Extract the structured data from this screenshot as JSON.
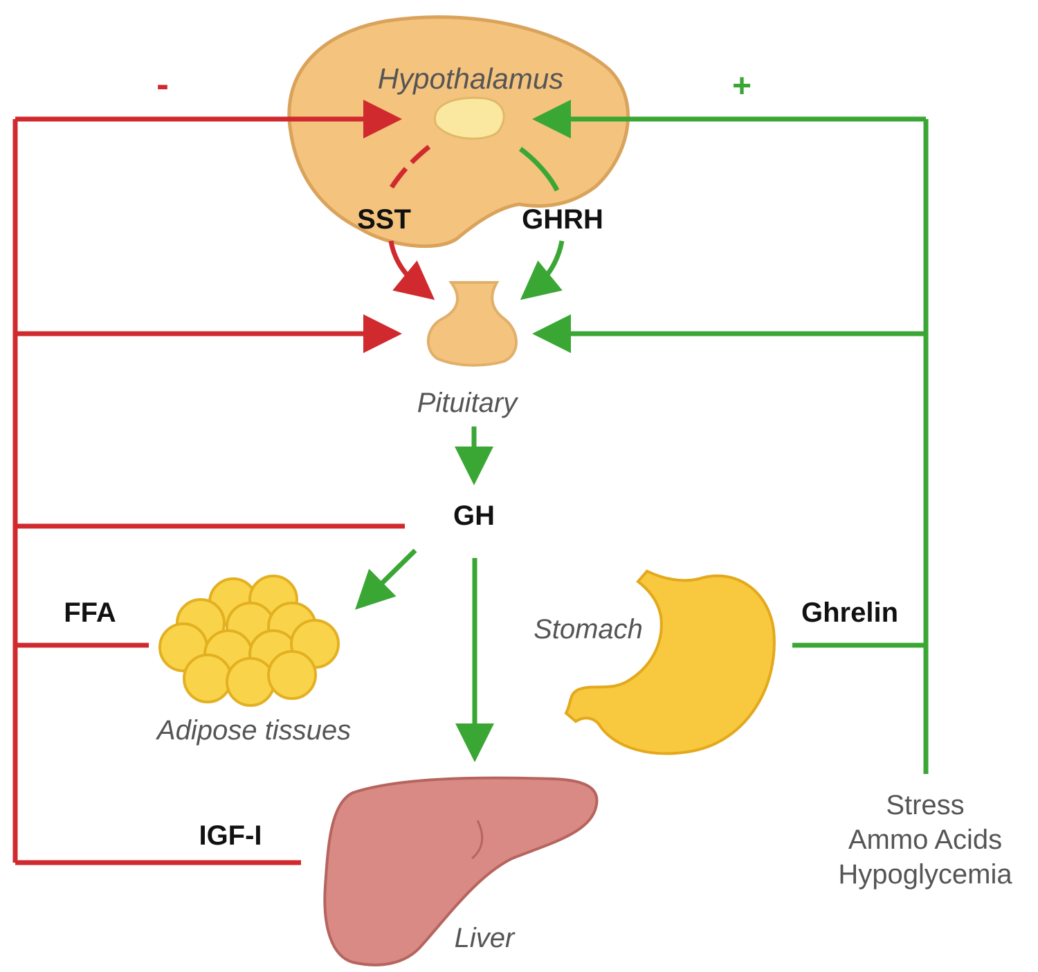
{
  "colors": {
    "inhibit": "#d02a2e",
    "stimulate": "#3aa735",
    "organ_tan": "#f4c37e",
    "organ_tan_edge": "#d9a35b",
    "nucleus": "#fbe8a0",
    "fat": "#f9d44a",
    "stomach": "#f8c83e",
    "liver": "#d98a84",
    "liver_edge": "#b6645e"
  },
  "signs": {
    "negative": "-",
    "positive": "+"
  },
  "labels": {
    "hypothalamus": "Hypothalamus",
    "sst": "SST",
    "ghrh": "GHRH",
    "pituitary": "Pituitary",
    "gh": "GH",
    "ffa": "FFA",
    "adipose": "Adipose tissues",
    "stomach": "Stomach",
    "ghrelin": "Ghrelin",
    "igf": "IGF-I",
    "liver": "Liver",
    "stimuli": [
      "Stress",
      "Ammo Acids",
      "Hypoglycemia"
    ]
  },
  "icons": [
    "hypothalamus-icon",
    "pituitary-icon",
    "adipose-tissue-icon",
    "stomach-icon",
    "liver-icon"
  ]
}
